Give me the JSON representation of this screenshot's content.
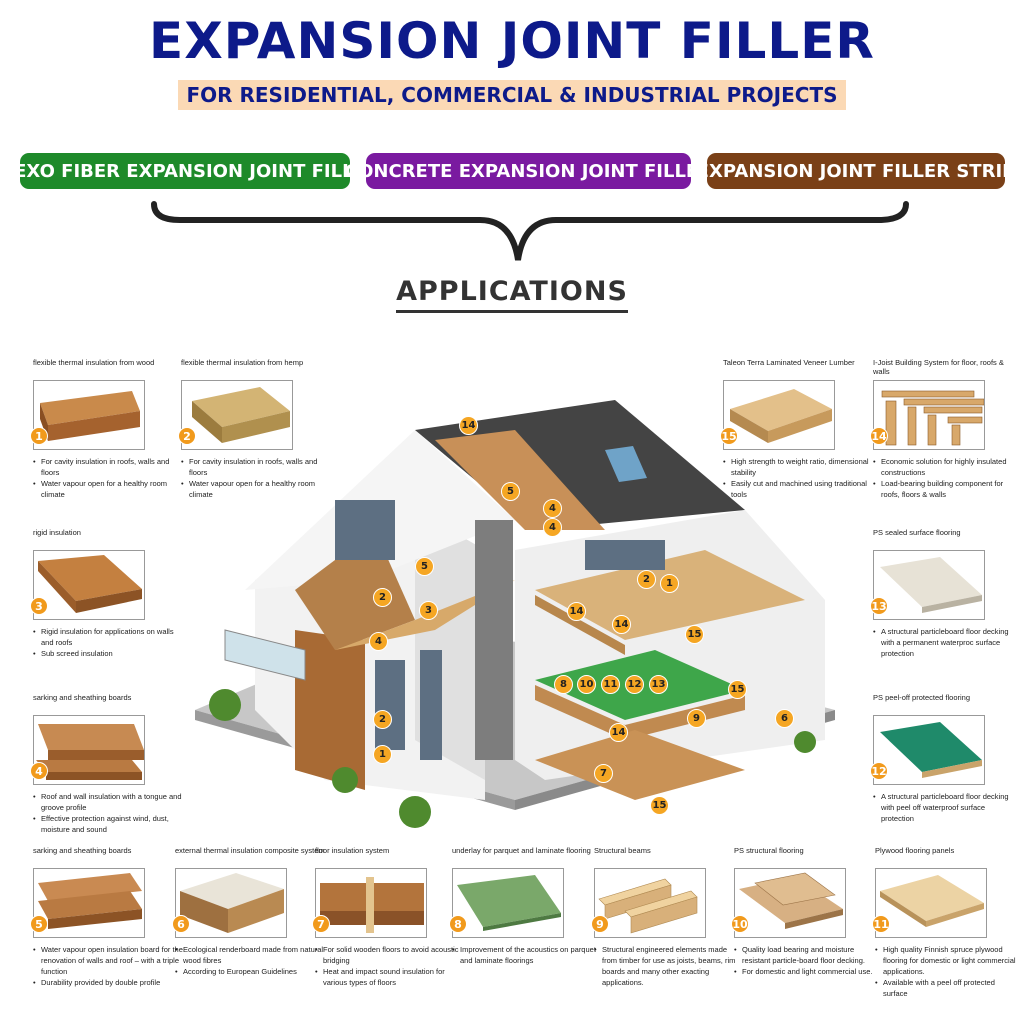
{
  "header": {
    "title": "EXPANSION JOINT FILLER",
    "subtitle": "FOR RESIDENTIAL, COMMERCIAL & INDUSTRIAL PROJECTS"
  },
  "categories": [
    {
      "label": "FLEXO FIBER EXPANSION JOINT FILLER",
      "color": "#1e8a2a"
    },
    {
      "label": "CONCRETE EXPANSION JOINT FILLER",
      "color": "#7a1aa0"
    },
    {
      "label": "EXPANSION JOINT FILLER STRIP",
      "color": "#7a4017"
    }
  ],
  "section_heading": "APPLICATIONS",
  "products": [
    {
      "num": "1",
      "title": "flexible thermal insulation from wood",
      "bullets": [
        "For cavity insulation in roofs, walls and floors",
        "Water vapour open for a healthy room climate"
      ]
    },
    {
      "num": "2",
      "title": "flexible thermal insulation from hemp",
      "bullets": [
        "For cavity insulation in roofs, walls and floors",
        "Water vapour open for a healthy room climate"
      ]
    },
    {
      "num": "3",
      "title": "rigid insulation",
      "bullets": [
        "Rigid insulation for applications on walls and roofs",
        "Sub screed insulation"
      ]
    },
    {
      "num": "4",
      "title": "sarking and sheathing boards",
      "bullets": [
        "Roof and wall insulation with a tongue and groove profile",
        "Effective protection against wind, dust, moisture and sound"
      ]
    },
    {
      "num": "5",
      "title": "sarking and sheathing boards",
      "bullets": [
        "Water vapour open insulation board for the renovation of walls and roof – with a triple function",
        "Durability provided by double profile"
      ]
    },
    {
      "num": "6",
      "title": "external thermal insulation composite system",
      "bullets": [
        "Ecological renderboard made from natural wood fibres",
        "According to European Guidelines"
      ]
    },
    {
      "num": "7",
      "title": "floor insulation system",
      "bullets": [
        "For solid wooden floors to avoid acoustic bridging",
        "Heat and impact sound insulation for various types of floors"
      ]
    },
    {
      "num": "8",
      "title": "underlay for parquet and laminate flooring",
      "bullets": [
        "Improvement of the acoustics on parquet and laminate floorings"
      ]
    },
    {
      "num": "9",
      "title": "Structural beams",
      "bullets": [
        "Structural engineered elements made from timber for use as joists, beams, rim boards and many other exacting applications."
      ]
    },
    {
      "num": "10",
      "title": "PS structural flooring",
      "bullets": [
        "Quality load bearing and moisture resistant particle-board floor decking.",
        "For domestic and light commercial use."
      ]
    },
    {
      "num": "11",
      "title": "Plywood flooring panels",
      "bullets": [
        "High quality Finnish spruce plywood flooring for domestic or light commercial applications.",
        "Available with a peel off protected surface"
      ]
    },
    {
      "num": "12",
      "title": "PS peel-off protected flooring",
      "bullets": [
        "A structural particleboard floor decking with peel off waterproof surface protection"
      ]
    },
    {
      "num": "13",
      "title": "PS sealed surface flooring",
      "bullets": [
        "A structural particleboard floor decking with a permanent waterproc surface protection"
      ]
    },
    {
      "num": "14",
      "title": "I-Joist Building System for floor, roofs & walls",
      "bullets": [
        "Economic solution for highly insulated constructions",
        "Load-bearing building component for roofs, floors & walls"
      ]
    },
    {
      "num": "15",
      "title": "Taleon Terra Laminated Veneer Lumber",
      "bullets": [
        "High strength to weight ratio, dimensional stability",
        "Easily cut and machined using traditional tools"
      ]
    }
  ],
  "house_markers": [
    "14",
    "5",
    "4",
    "4",
    "5",
    "2",
    "3",
    "4",
    "2",
    "1",
    "2",
    "1",
    "14",
    "14",
    "15",
    "8",
    "10",
    "11",
    "12",
    "13",
    "15",
    "9",
    "14",
    "6",
    "7",
    "15"
  ]
}
